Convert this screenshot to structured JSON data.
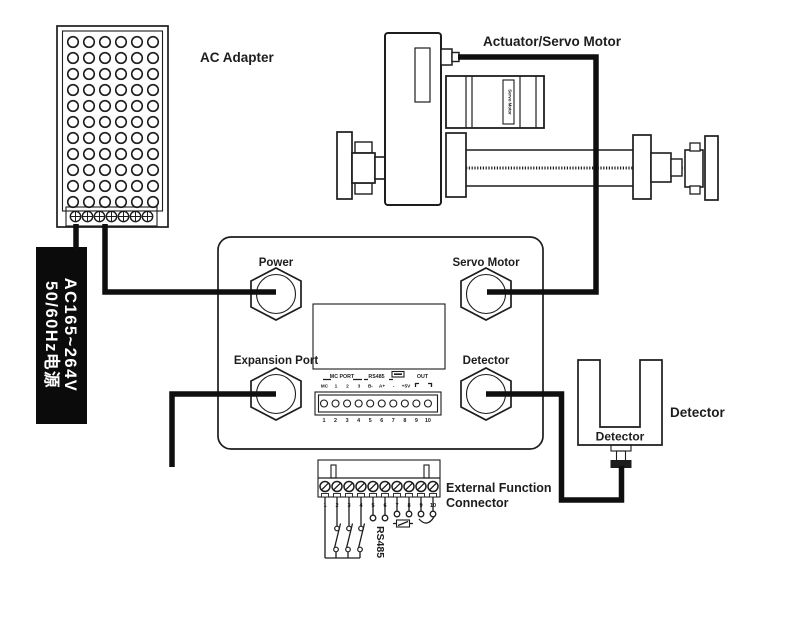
{
  "labels": {
    "ac_adapter": "AC Adapter",
    "actuator": "Actuator/Servo Motor",
    "external_function_line1": "External Function",
    "external_function_line2": "Connector",
    "detector_outside": "Detector"
  },
  "power_label": {
    "line1": "AC165~264V",
    "line2": "50/60Hz电源"
  },
  "motor": {
    "plate": "Servo Motor"
  },
  "controller": {
    "ports": {
      "power": "Power",
      "servo": "Servo Motor",
      "expansion": "Expansion Port",
      "detector": "Detector"
    },
    "header": {
      "groups": [
        "MC PORT",
        "RS485",
        "OUT"
      ],
      "pins": [
        "MC",
        "1",
        "2",
        "3",
        "B-",
        "A+",
        "-",
        "+5V"
      ],
      "numbers": [
        "1",
        "2",
        "3",
        "4",
        "5",
        "6",
        "7",
        "8",
        "9",
        "10"
      ]
    }
  },
  "external_connector": {
    "numbers": [
      "1",
      "2",
      "3",
      "4",
      "5",
      "6",
      "7",
      "8",
      "9",
      "10"
    ],
    "rs485": "RS485"
  },
  "detector": {
    "inside": "Detector"
  },
  "colors": {
    "ink": "#1d1d1d",
    "wire": "#0f0f0f",
    "label_bg": "#0b0b0b",
    "paper": "#ffffff"
  }
}
